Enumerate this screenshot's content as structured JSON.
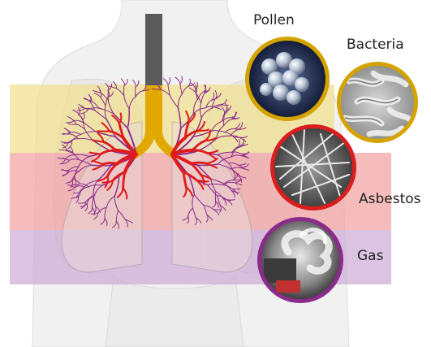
{
  "labels": {
    "pollen": "Pollen",
    "bacteria": "Bacteria",
    "asbestos": "Asbestos",
    "gas": "Gas"
  },
  "zones": [
    {
      "name": "upper",
      "color": "#f2e08a"
    },
    {
      "name": "middle",
      "color": "#f2a0a0"
    },
    {
      "name": "lower",
      "color": "#cda9d6"
    }
  ],
  "colors": {
    "trachea_top": "#5a5a5a",
    "trachea_bottom": "#e0a800",
    "bronchi": "#e01b1b",
    "bronchioles": "#8a2d8a",
    "ring_pollen": "#d4a300",
    "ring_bacteria": "#d4a300",
    "ring_asbestos": "#d81e1e",
    "ring_gas": "#8a2d8a"
  }
}
